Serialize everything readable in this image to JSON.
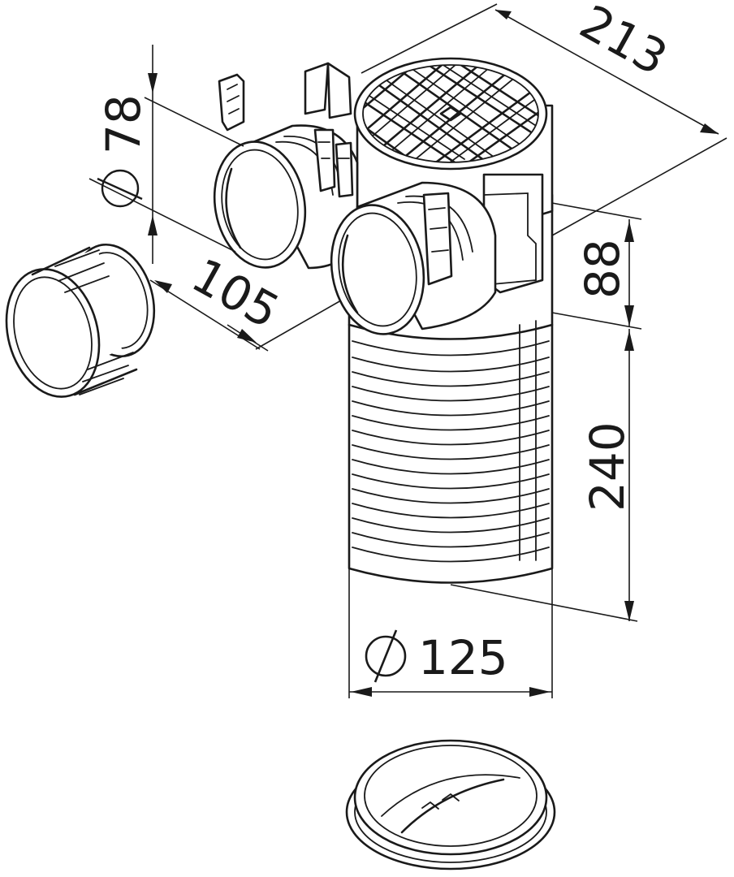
{
  "dimensions": {
    "width_213": "213",
    "diameter_78": "78",
    "length_105": "105",
    "height_88": "88",
    "height_240": "240",
    "diameter_125": "125"
  },
  "symbols": {
    "diameter_icon": "diameter-symbol"
  }
}
